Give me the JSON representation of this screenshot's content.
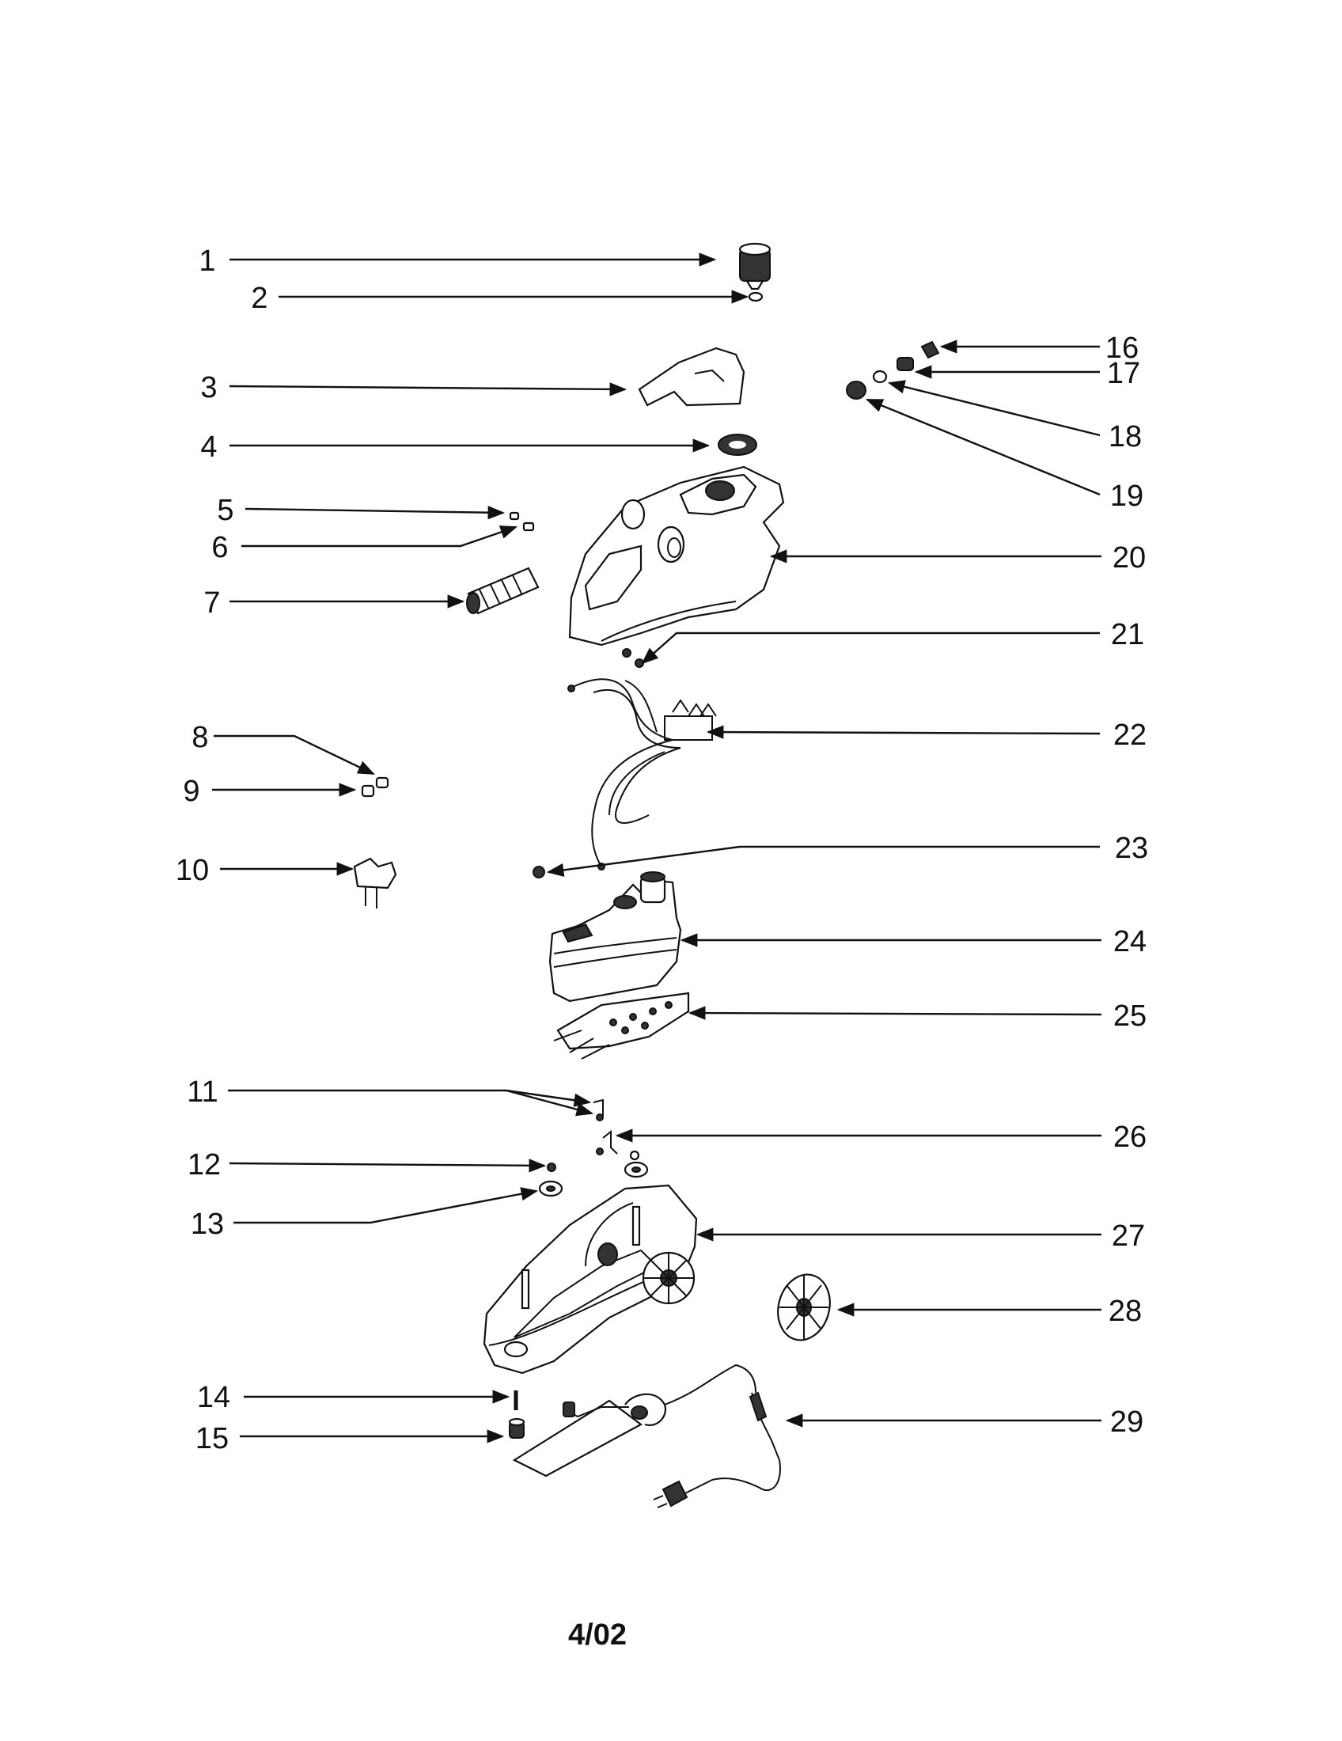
{
  "callouts": [
    {
      "id": "1",
      "label": "1"
    },
    {
      "id": "2",
      "label": "2"
    },
    {
      "id": "3",
      "label": "3"
    },
    {
      "id": "4",
      "label": "4"
    },
    {
      "id": "5",
      "label": "5"
    },
    {
      "id": "6",
      "label": "6"
    },
    {
      "id": "7",
      "label": "7"
    },
    {
      "id": "8",
      "label": "8"
    },
    {
      "id": "9",
      "label": "9"
    },
    {
      "id": "10",
      "label": "10"
    },
    {
      "id": "11",
      "label": "11"
    },
    {
      "id": "12",
      "label": "12"
    },
    {
      "id": "13",
      "label": "13"
    },
    {
      "id": "14",
      "label": "14"
    },
    {
      "id": "15",
      "label": "15"
    },
    {
      "id": "16",
      "label": "16"
    },
    {
      "id": "17",
      "label": "17"
    },
    {
      "id": "18",
      "label": "18"
    },
    {
      "id": "19",
      "label": "19"
    },
    {
      "id": "20",
      "label": "20"
    },
    {
      "id": "21",
      "label": "21"
    },
    {
      "id": "22",
      "label": "22"
    },
    {
      "id": "23",
      "label": "23"
    },
    {
      "id": "24",
      "label": "24"
    },
    {
      "id": "25",
      "label": "25"
    },
    {
      "id": "26",
      "label": "26"
    },
    {
      "id": "27",
      "label": "27"
    },
    {
      "id": "28",
      "label": "28"
    },
    {
      "id": "29",
      "label": "29"
    }
  ],
  "footer": {
    "date_code": "4/02"
  }
}
